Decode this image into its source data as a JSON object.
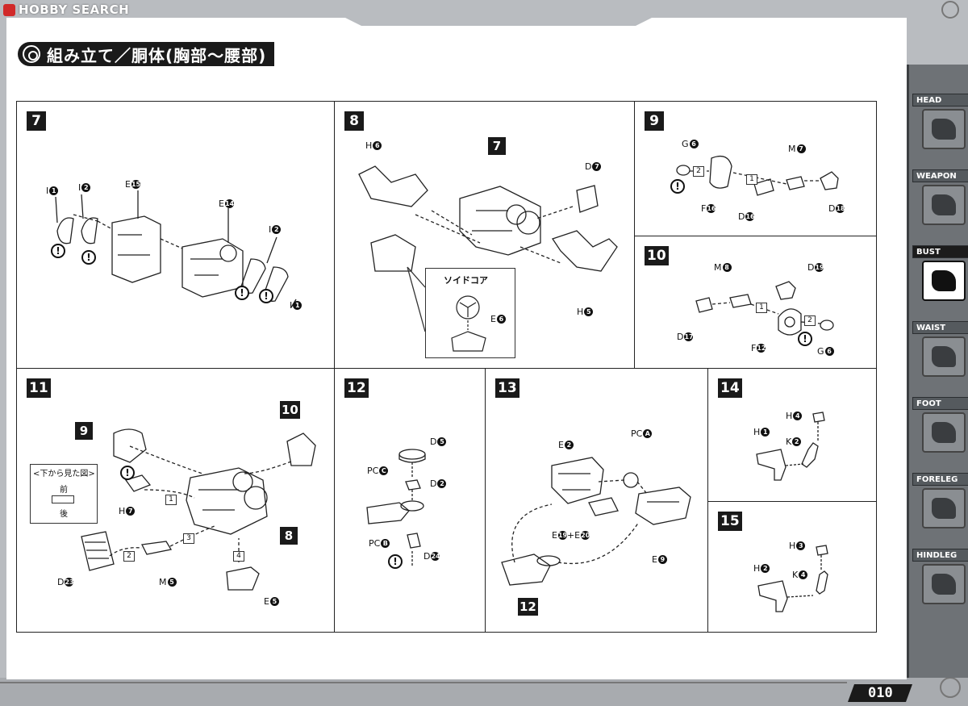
{
  "watermark": "HOBBY SEARCH",
  "title": "組み立て／胴体(胸部～腰部)",
  "page_number": "010",
  "sidebar": [
    {
      "label": "HEAD",
      "active": false
    },
    {
      "label": "WEAPON",
      "active": false
    },
    {
      "label": "BUST",
      "active": true
    },
    {
      "label": "WAIST",
      "active": false
    },
    {
      "label": "FOOT",
      "active": false
    },
    {
      "label": "FORELEG",
      "active": false
    },
    {
      "label": "HINDLEG",
      "active": false
    }
  ],
  "steps": {
    "s7": {
      "badge": "7",
      "labels": {
        "i1a": "I",
        "i2a": "I",
        "e15": "E",
        "e14": "E",
        "i2b": "I",
        "i1b": "I"
      },
      "nums": {
        "i1a": "1",
        "i2a": "2",
        "e15": "15",
        "e14": "14",
        "i2b": "2",
        "i1b": "1"
      }
    },
    "s8": {
      "badge": "8",
      "sub_badge": "7",
      "labels": {
        "h6": "H",
        "d7": "D",
        "h5": "H",
        "e6": "E"
      },
      "nums": {
        "h6": "6",
        "d7": "7",
        "h5": "5",
        "e6": "6"
      },
      "inset_title": "ソイドコア"
    },
    "s9": {
      "badge": "9",
      "labels": {
        "g6": "G",
        "m7": "M",
        "f16": "F",
        "d16": "D",
        "d18": "D"
      },
      "nums": {
        "g6": "6",
        "m7": "7",
        "f16": "16",
        "d16": "16",
        "d18": "18"
      },
      "boxes": [
        "2",
        "1"
      ]
    },
    "s10": {
      "badge": "10",
      "labels": {
        "m8": "M",
        "d19": "D",
        "d17": "D",
        "f12": "F",
        "g6": "G"
      },
      "nums": {
        "m8": "8",
        "d19": "19",
        "d17": "17",
        "f12": "12",
        "g6": "6"
      },
      "boxes": [
        "1",
        "2"
      ]
    },
    "s11": {
      "badge": "11",
      "sub_badges": [
        "9",
        "10",
        "8"
      ],
      "inset_title": "<下から見た図>",
      "inset_front": "前",
      "inset_back": "後",
      "labels": {
        "h7": "H",
        "d23": "D",
        "m5": "M",
        "e5": "E"
      },
      "nums": {
        "h7": "7",
        "d23": "23",
        "m5": "5",
        "e5": "5"
      },
      "boxes": [
        "1",
        "2",
        "3",
        "4"
      ]
    },
    "s12": {
      "badge": "12",
      "labels": {
        "d5": "D",
        "pcc": "PC",
        "d2": "D",
        "pcb": "PC",
        "d24": "D"
      },
      "nums": {
        "d5": "5",
        "pcc": "C",
        "d2": "2",
        "pcb": "B",
        "d24": "24"
      }
    },
    "s13": {
      "badge": "13",
      "sub_badge": "12",
      "labels": {
        "e2": "E",
        "pca": "PC",
        "e19e20": "E",
        "e20": "+E",
        "e9": "E"
      },
      "nums": {
        "e2": "2",
        "pca": "A",
        "e19": "19",
        "e20": "20",
        "e9": "9"
      }
    },
    "s14": {
      "badge": "14",
      "labels": {
        "h4": "H",
        "h1": "H",
        "k2": "K"
      },
      "nums": {
        "h4": "4",
        "h1": "1",
        "k2": "2"
      }
    },
    "s15": {
      "badge": "15",
      "labels": {
        "h3": "H",
        "h2": "H",
        "k4": "K"
      },
      "nums": {
        "h3": "3",
        "h2": "2",
        "k4": "4"
      }
    }
  },
  "colors": {
    "frame": "#b9bcc0",
    "sidebar": "#6e7276",
    "ink": "#111111"
  }
}
